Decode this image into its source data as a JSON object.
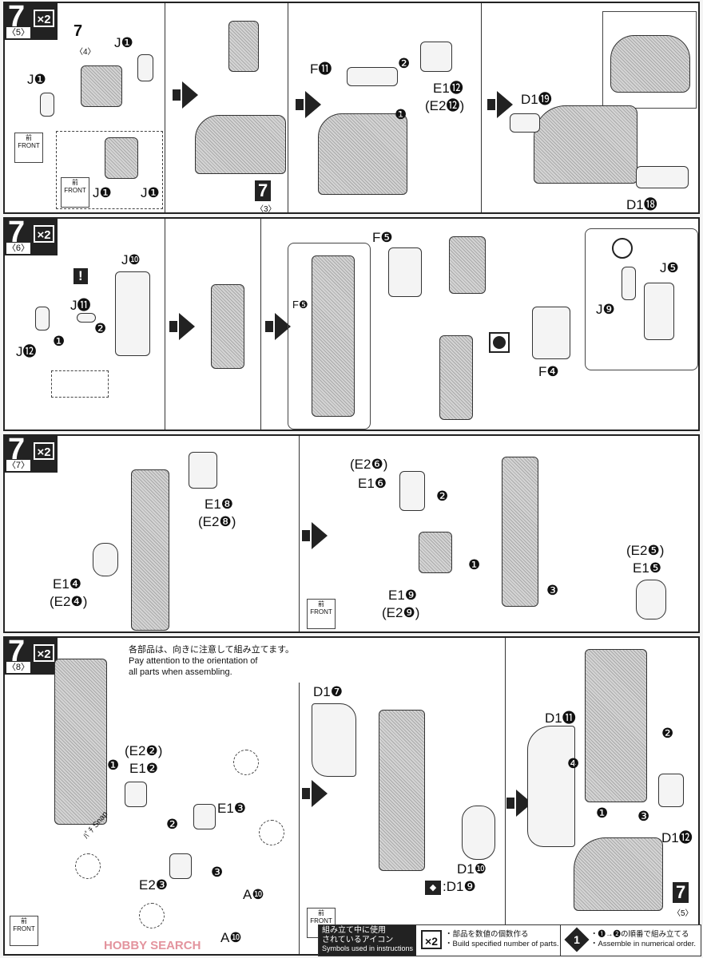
{
  "steps": [
    {
      "num": "7",
      "sub": "〈5〉",
      "mul": "×2",
      "labels": [
        "J❶",
        "J❶",
        "J❶",
        "J❶",
        "7",
        "〈4〉",
        "前",
        "FRONT",
        "前",
        "FRONT",
        "7",
        "〈3〉",
        "F⓫",
        "❷",
        "❶",
        "E1⓬",
        "(E2⓬)",
        "D1⓳",
        "D1⓲"
      ]
    },
    {
      "num": "7",
      "sub": "〈6〉",
      "mul": "×2",
      "labels": [
        "J❿",
        "J⓫",
        "J⓬",
        "❶",
        "❷",
        "!",
        "F❺",
        "F❺",
        "F❹",
        "J❾",
        "J❺"
      ]
    },
    {
      "num": "7",
      "sub": "〈7〉",
      "mul": "×2",
      "labels": [
        "E1❽",
        "(E2❽)",
        "E1❹",
        "(E2❹)",
        "(E2❻)",
        "E1❻",
        "❷",
        "❶",
        "❸",
        "(E2❺)",
        "E1❺",
        "E1❾",
        "(E2❾)",
        "前",
        "FRONT"
      ]
    },
    {
      "num": "7",
      "sub": "〈8〉",
      "mul": "×2",
      "note_jp": "各部品は、向きに注意して組み立てます。",
      "note_en1": "Pay attention to the orientation of",
      "note_en2": "all parts when assembling.",
      "labels": [
        "(E2❷)",
        "E1❷",
        "❶",
        "❷",
        "❸",
        "E1❸",
        "E2❸",
        "A❿",
        "A❿",
        "D1❼",
        "D1❿",
        ":D1❾",
        "前",
        "FRONT",
        "D1⓫",
        "❹",
        "❷",
        "❶",
        "❸",
        "D1⓬",
        "7",
        "〈5〉",
        "ﾊﾟﾁ Snap"
      ]
    }
  ],
  "legend": {
    "title_jp1": "組み立て中に使用",
    "title_jp2": "されているアイコン",
    "title_en": "Symbols used in instructions",
    "x2": "×2",
    "x2_jp": "・部品を数値の個数作る",
    "x2_en": "・Build specified number of parts.",
    "order_icon": "1",
    "order_jp": "・❶→❷の順番で組み立てる",
    "order_en": "・Assemble in numerical order."
  },
  "watermark": "HOBBY SEARCH"
}
